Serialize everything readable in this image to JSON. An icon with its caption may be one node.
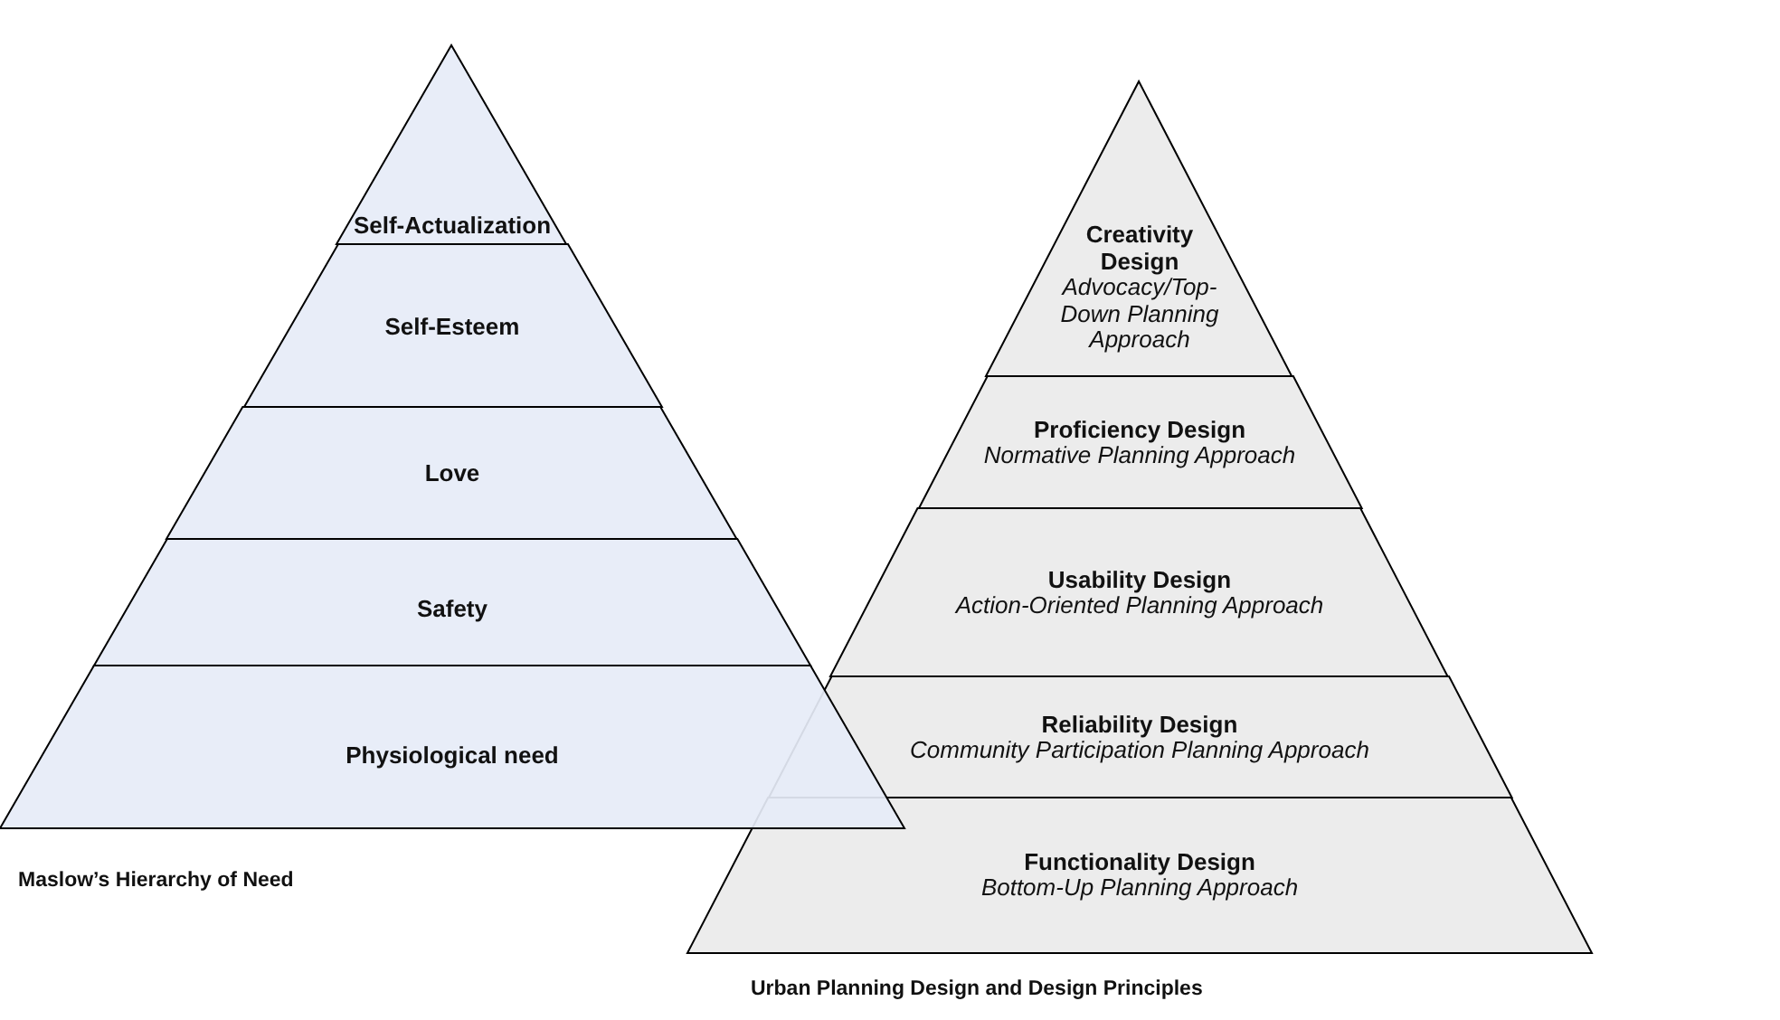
{
  "diagram": {
    "nodes": [
      {
        "text": [
          "Self-Actualization"
        ]
      },
      {
        "text": [
          "Self-Esteem"
        ]
      },
      {
        "text": [
          "Love"
        ]
      },
      {
        "text": [
          "Safety"
        ]
      },
      {
        "text": [
          "Physiological need"
        ]
      },
      {
        "text": [
          "Creativity Design",
          "Advocacy/Top-Down Planning Approach"
        ]
      },
      {
        "text": [
          "Proficiency Design",
          "Normative Planning Approach"
        ]
      },
      {
        "text": [
          "Usability Design",
          "Action-Oriented Planning Approach"
        ]
      },
      {
        "text": [
          "Reliability Design",
          "Community Participation Planning Approach"
        ]
      },
      {
        "text": [
          "Functionality Design",
          "Bottom-Up Planning Approach"
        ]
      }
    ],
    "labels": [
      "Maslow’s Hierarchy of Need",
      "Urban Planning Design and Design Principles"
    ]
  }
}
